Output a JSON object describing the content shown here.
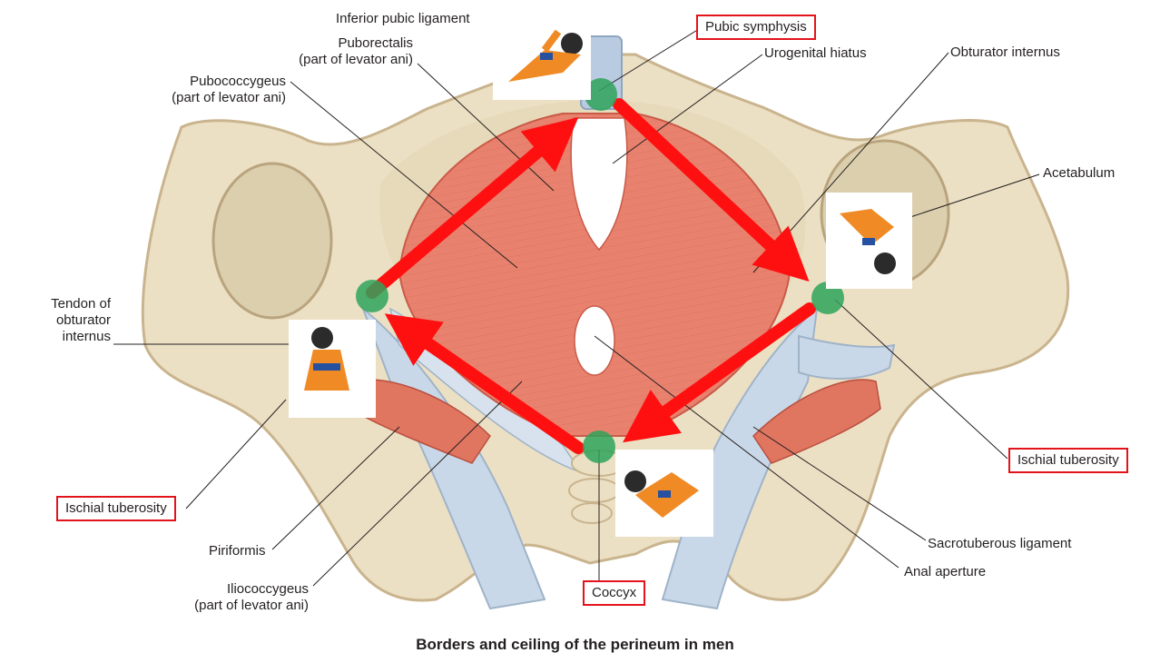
{
  "labels": {
    "inferior_pubic_ligament": "Inferior pubic ligament",
    "pubic_symphysis": "Pubic symphysis",
    "puborectalis": "Puborectalis",
    "puborectalis_sub": "(part of levator ani)",
    "urogenital_hiatus": "Urogenital hiatus",
    "obturator_internus": "Obturator internus",
    "pubococcygeus": "Pubococcygeus",
    "pubococcygeus_sub": "(part of levator ani)",
    "acetabulum": "Acetabulum",
    "tendon_line1": "Tendon of",
    "tendon_line2": "obturator",
    "tendon_line3": "internus",
    "ischial_tuberosity_right": "Ischial tuberosity",
    "ischial_tuberosity_left": "Ischial tuberosity",
    "sacrotuberous_ligament": "Sacrotuberous ligament",
    "piriformis": "Piriformis",
    "anal_aperture": "Anal aperture",
    "iliococcygeus": "Iliococcygeus",
    "iliococcygeus_sub": "(part of levator ani)",
    "coccyx": "Coccyx"
  },
  "caption": "Borders and ceiling of the perineum in men",
  "colors": {
    "bone": "#ece0c4",
    "bone_edge": "#c9b48e",
    "muscle": "#e8826e",
    "muscle_line": "#c95a48",
    "ligament": "#c9d8e8",
    "arrow": "#ff1010",
    "marker": "#2fa35a",
    "highlight_box": "#e3131b"
  }
}
